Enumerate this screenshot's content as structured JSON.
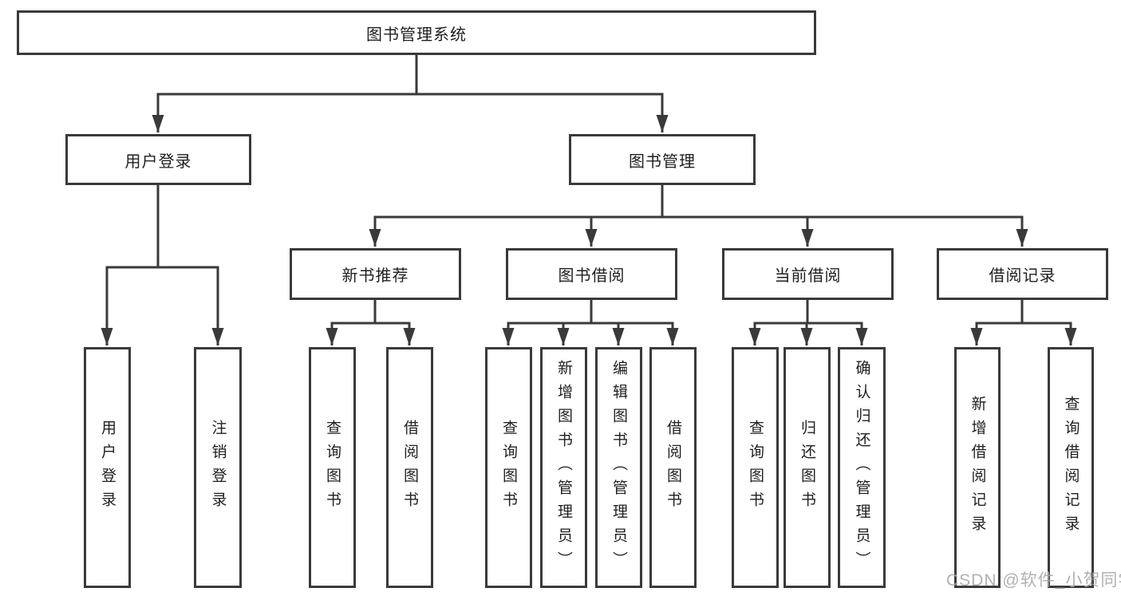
{
  "diagram": {
    "nodes": {
      "root": "图书管理系统",
      "user_login": "用户登录",
      "book_mgmt": "图书管理",
      "new_books": "新书推荐",
      "book_borrow": "图书借阅",
      "current_borrow": "当前借阅",
      "borrow_records": "借阅记录"
    },
    "leaves": {
      "login": [
        "用户登录",
        "注销登录"
      ],
      "new_books": [
        "查询图书",
        "借阅图书"
      ],
      "book_borrow": [
        "查询图书",
        "新增图书（管理员）",
        "编辑图书（管理员）",
        "借阅图书"
      ],
      "current_borrow": [
        "查询图书",
        "归还图书",
        "确认归还（管理员）"
      ],
      "borrow_records": [
        "新增借阅记录",
        "查询借阅记录"
      ]
    },
    "watermark": "CSDN @软件_小贺同学",
    "colors": {
      "border": "#3a3a3a",
      "line": "#3a3a3a",
      "text": "#1f1f1f",
      "watermark": "#a8a8a8",
      "background": "#ffffff"
    }
  }
}
